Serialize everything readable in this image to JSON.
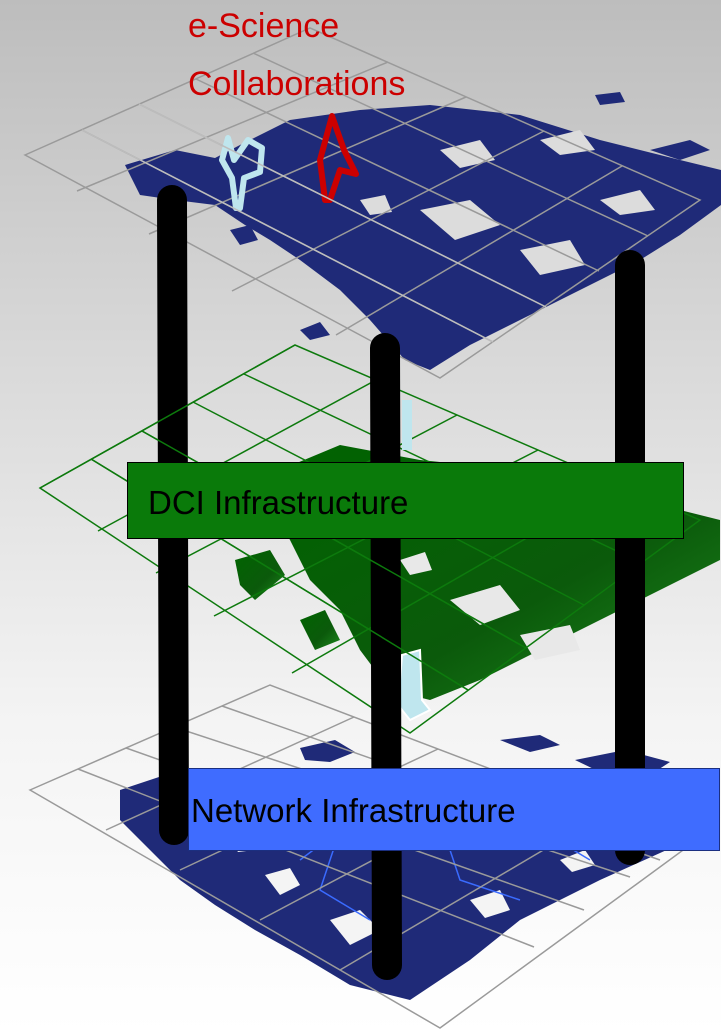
{
  "title": {
    "line1": "e-Science",
    "line2": "Collaborations"
  },
  "layers": [
    {
      "id": "collaboration-layer",
      "label": ""
    },
    {
      "id": "dci-layer",
      "label": "DCI Infrastructure"
    },
    {
      "id": "network-layer",
      "label": "Network Infrastructure"
    }
  ],
  "colors": {
    "map_fill_top": "#1f2a78",
    "map_fill_dci": "#0b5a0b",
    "map_fill_net": "#1f2a78",
    "grid_top": "#9a9a9a",
    "grid_dci": "#0d7a0d",
    "grid_net": "#9a9a9a",
    "pillar": "#000000",
    "title_text": "#cc0000",
    "dci_box": "#0a7a0a",
    "net_box": "#3f6cff",
    "arrow_light_blue": "#bfe6ee",
    "arrow_red": "#cc0000"
  }
}
